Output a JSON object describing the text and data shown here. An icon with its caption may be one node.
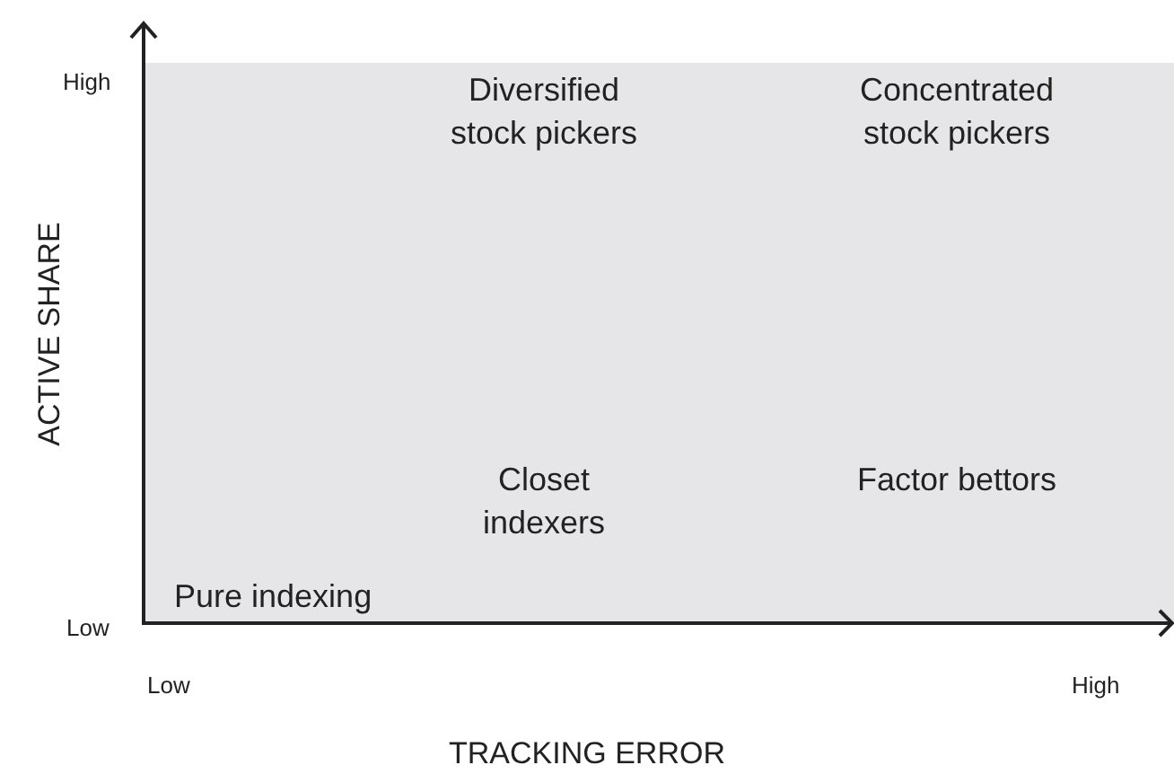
{
  "diagram": {
    "labels": [
      "High",
      "Diversified stock pickers",
      "Concentrated stock pickers",
      "ACTIVE SHARE",
      "Closet indexers",
      "Factor bettors",
      "Pure indexing",
      "Low",
      "Low",
      "High",
      "TRACKING ERROR"
    ]
  }
}
